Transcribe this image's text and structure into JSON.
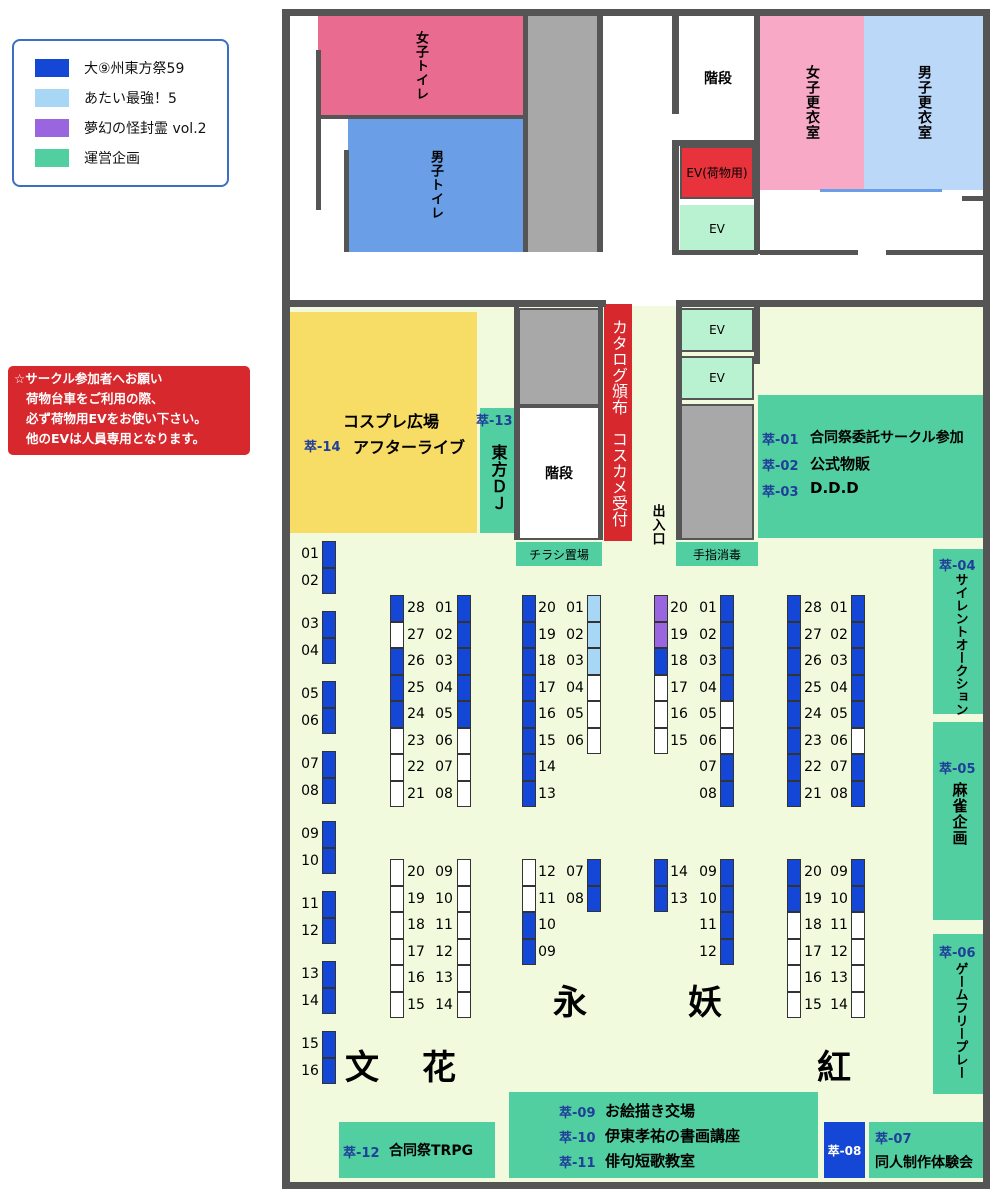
{
  "legend": {
    "items": [
      {
        "label": "大⑨州東方祭59",
        "color": "#1447d6"
      },
      {
        "label": "あたい最強！5",
        "color": "#a8d6f5"
      },
      {
        "label": "夢幻の怪封霊 vol.2",
        "color": "#9966e0"
      },
      {
        "label": "運営企画",
        "color": "#52cfa0"
      }
    ]
  },
  "notice": {
    "lines": [
      "☆サークル参加者へお願い",
      "荷物台車をご利用の際、",
      "必ず荷物用EVをお使い下さい。",
      "他のEVは人員専用となります。"
    ]
  },
  "rooms": {
    "womens_toilet": "女子トイレ",
    "mens_toilet": "男子トイレ",
    "stairs_top": "階段",
    "ev_cargo": "EV(荷物用)",
    "ev": "EV",
    "womens_changing": "女子更衣室",
    "mens_changing": "男子更衣室",
    "stairs_mid": "階段",
    "catalog": "カタログ頒布　コスカメ受付",
    "exit": "出入口",
    "flyer": "チラシ置場",
    "sanitizer": "手指消毒"
  },
  "cosplay": {
    "title": "コスプレ広場",
    "tag": "萃-14",
    "event": "アフターライブ"
  },
  "dj": {
    "tag": "萃-13",
    "event": "東方ＤＪ"
  },
  "events_right": [
    {
      "tag": "萃-01",
      "event": "合同祭委託サークル参加"
    },
    {
      "tag": "萃-02",
      "event": "公式物販"
    },
    {
      "tag": "萃-03",
      "event": "D.D.D"
    }
  ],
  "side_events": [
    {
      "tag": "萃-04",
      "event": "サイレントオークション"
    },
    {
      "tag": "萃-05",
      "event": "麻雀企画"
    },
    {
      "tag": "萃-06",
      "event": "ゲームフリープレー"
    }
  ],
  "bottom_events": {
    "trpg": {
      "tag": "萃-12",
      "event": "合同祭TRPG"
    },
    "center": [
      {
        "tag": "萃-09",
        "event": "お絵描き交場"
      },
      {
        "tag": "萃-10",
        "event": "伊東孝祐の書画講座"
      },
      {
        "tag": "萃-11",
        "event": "俳句短歌教室"
      }
    ],
    "tag08": "萃-08",
    "doujin": {
      "tag": "萃-07",
      "event": "同人制作体験会"
    }
  },
  "blocks": {
    "bun": "文",
    "ka": "花",
    "ei": "永",
    "you": "妖",
    "kou": "紅"
  }
}
